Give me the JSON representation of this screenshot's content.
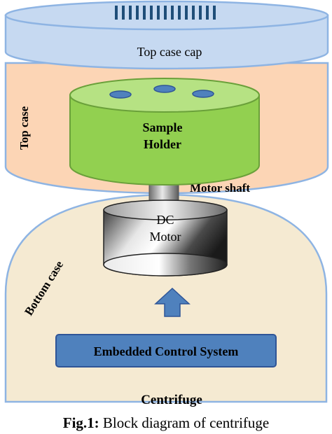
{
  "labels": {
    "top_case_cap": "Top case cap",
    "top_case": "Top case",
    "sample_holder_line1": "Sample",
    "sample_holder_line2": "Holder",
    "motor_shaft": "Motor shaft",
    "dc_motor_line1": "DC",
    "dc_motor_line2": "Motor",
    "bottom_case": "Bottom case",
    "embedded_control_system": "Embedded Control System",
    "centrifuge": "Centrifuge"
  },
  "caption": {
    "prefix": "Fig.1:",
    "text": " Block diagram of centrifuge"
  },
  "colors": {
    "cap_fill": "#c6d9f1",
    "top_case_fill": "#fcd5b5",
    "bottom_case_fill": "#f5ead2",
    "sample_holder_fill": "#92d050",
    "control_box_fill": "#4f81bd",
    "arrow_fill": "#4f81bd"
  }
}
